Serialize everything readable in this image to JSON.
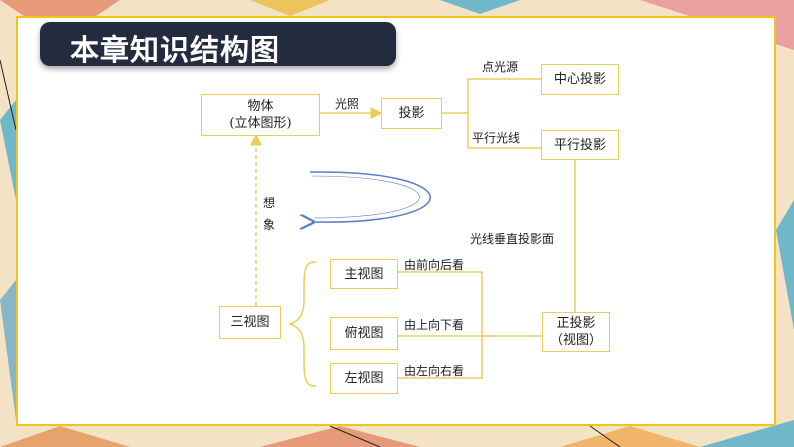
{
  "title": "本章知识结构图",
  "colors": {
    "line": "#e8cf5a",
    "title_bg": "#232c3e",
    "frame": "#f0c419"
  },
  "nodes": {
    "object_line1": "物体",
    "object_line2": "(立体图形)",
    "projection": "投影",
    "central_projection": "中心投影",
    "parallel_projection": "平行投影",
    "orthographic_line1": "正投影",
    "orthographic_line2": "（视图）",
    "three_views": "三视图",
    "front_view": "主视图",
    "top_view": "俯视图",
    "left_view": "左视图"
  },
  "edge_labels": {
    "light": "光照",
    "point_source": "点光源",
    "parallel_rays": "平行光线",
    "perpendicular": "光线垂直投影面",
    "front_to_back": "由前向后看",
    "top_to_bottom": "由上向下看",
    "left_to_right": "由左向右看",
    "imagine": "想象"
  }
}
